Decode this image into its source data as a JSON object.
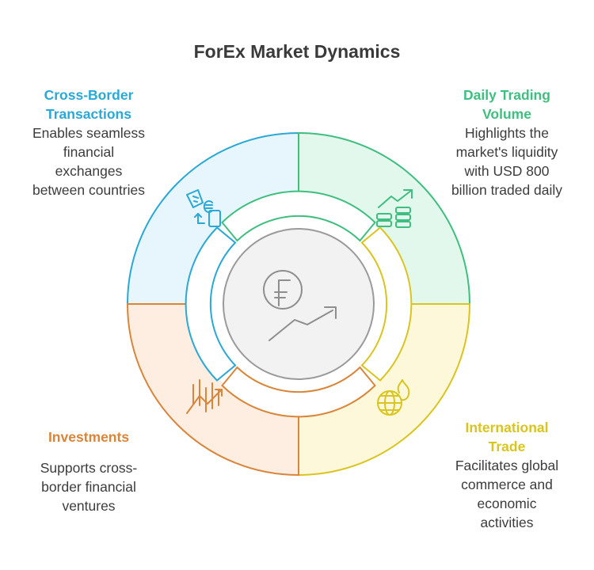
{
  "title": "ForEx Market Dynamics",
  "colors": {
    "blue": "#2aa8d6",
    "green": "#3fbf7f",
    "yellow": "#d9c420",
    "orange": "#d9853a",
    "center_fill": "#f2f2f2",
    "center_stroke": "#9a9a9a"
  },
  "segments": [
    {
      "id": "cross-border",
      "heading": "Cross-Border Transactions",
      "heading_lines": [
        "Cross-Border",
        "Transactions"
      ],
      "description_lines": [
        "Enables seamless",
        "financial",
        "exchanges",
        "between countries"
      ],
      "icon": "currency-exchange-icon",
      "color": "#2aa8d6"
    },
    {
      "id": "daily-volume",
      "heading": "Daily Trading Volume",
      "heading_lines": [
        "Daily Trading",
        "Volume"
      ],
      "description_lines": [
        "Highlights the",
        "market's liquidity",
        "with USD 800",
        "billion traded daily"
      ],
      "icon": "growth-coins-icon",
      "color": "#3fbf7f"
    },
    {
      "id": "international-trade",
      "heading": "International Trade",
      "heading_lines": [
        "International",
        "Trade"
      ],
      "description_lines": [
        "Facilitates global",
        "commerce and",
        "economic",
        "activities"
      ],
      "icon": "globe-fire-icon",
      "color": "#d9c420"
    },
    {
      "id": "investments",
      "heading": "Investments",
      "heading_lines": [
        "Investments"
      ],
      "description_lines": [
        "Supports cross-",
        "border financial",
        "ventures"
      ],
      "icon": "investment-chart-icon",
      "color": "#d9853a"
    }
  ],
  "center_icon": "forex-trend-icon"
}
